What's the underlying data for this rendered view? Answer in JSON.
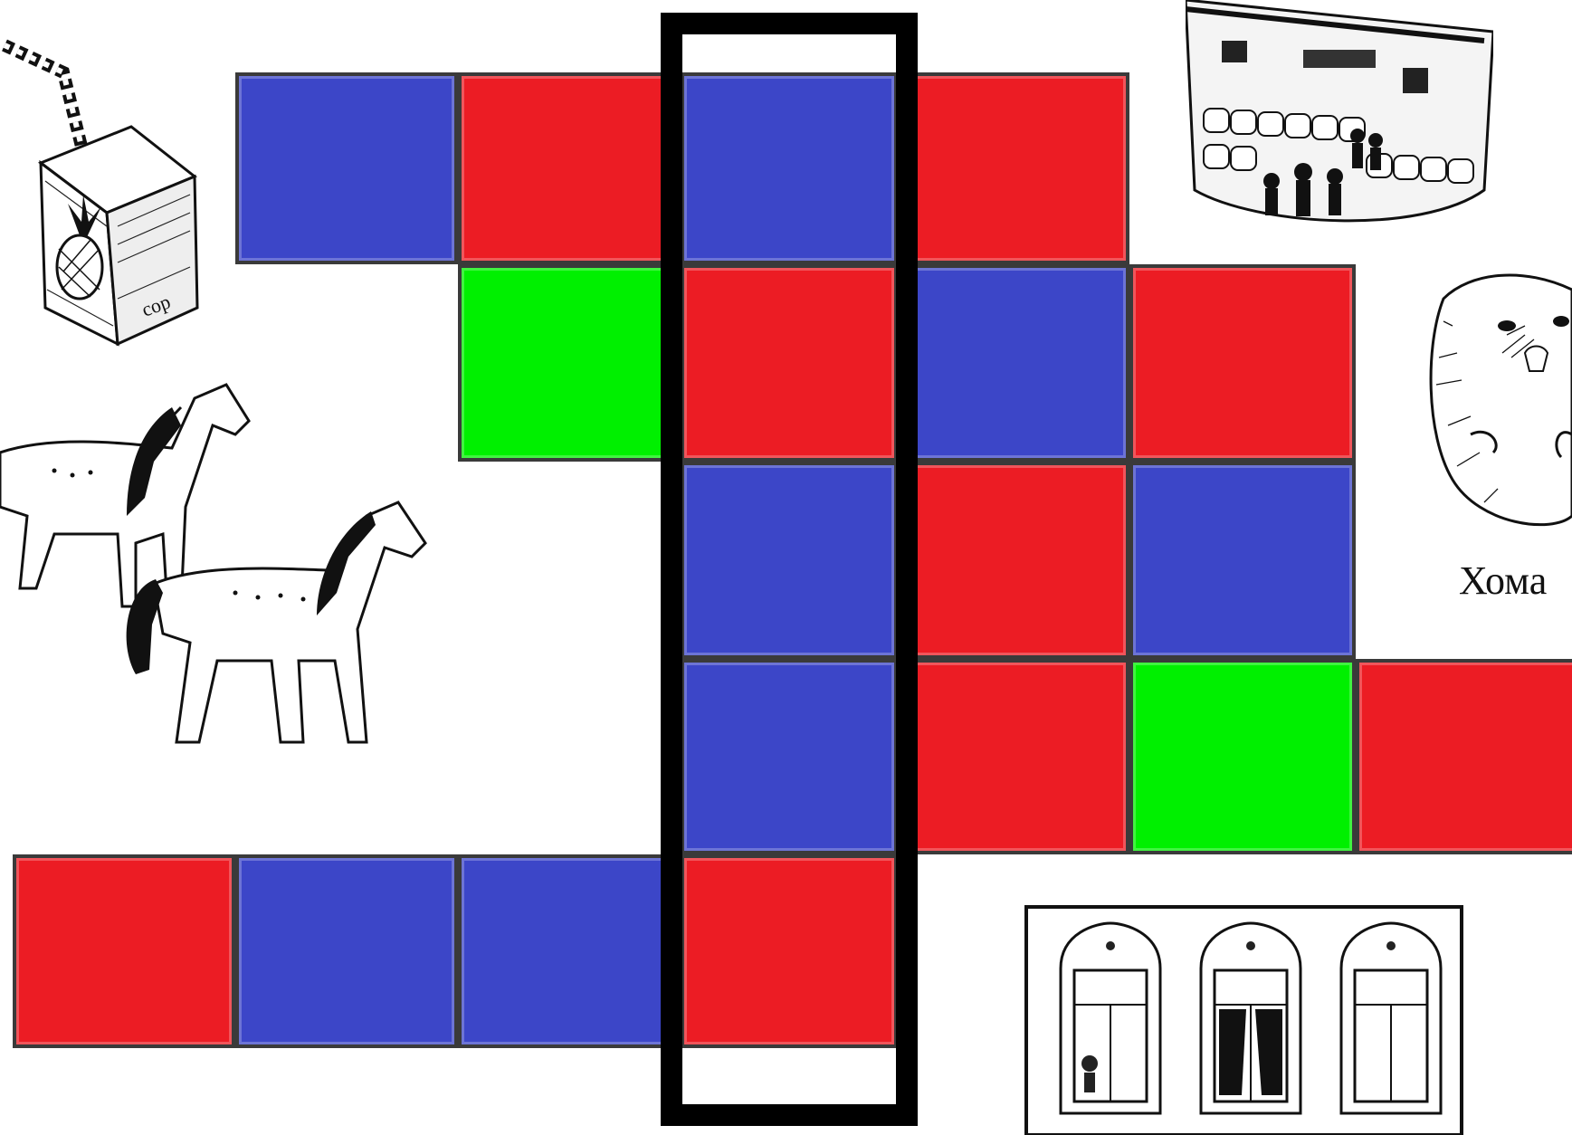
{
  "puzzle": {
    "colors": {
      "blue": "#3c46c8",
      "red": "#ec1c24",
      "green": "#00f000",
      "frame": "#000000"
    },
    "rows": [
      [
        "blue",
        "red",
        "blue",
        "red"
      ],
      [
        "green",
        "red",
        "blue",
        "red"
      ],
      [
        "blue",
        "red",
        "blue"
      ],
      [
        "blue",
        "red",
        "green",
        "red"
      ],
      [
        "red",
        "blue",
        "blue",
        "red"
      ]
    ],
    "highlighted_column": "keyword"
  },
  "pictures": {
    "juice": {
      "icon": "pineapple-juice-box-icon",
      "label": "сор"
    },
    "cinema": {
      "icon": "cinema-hall-icon"
    },
    "hamster": {
      "icon": "hamster-icon",
      "caption": "Хома"
    },
    "horses": {
      "icon": "two-horses-icon"
    },
    "windows": {
      "icon": "three-windows-icon"
    }
  }
}
